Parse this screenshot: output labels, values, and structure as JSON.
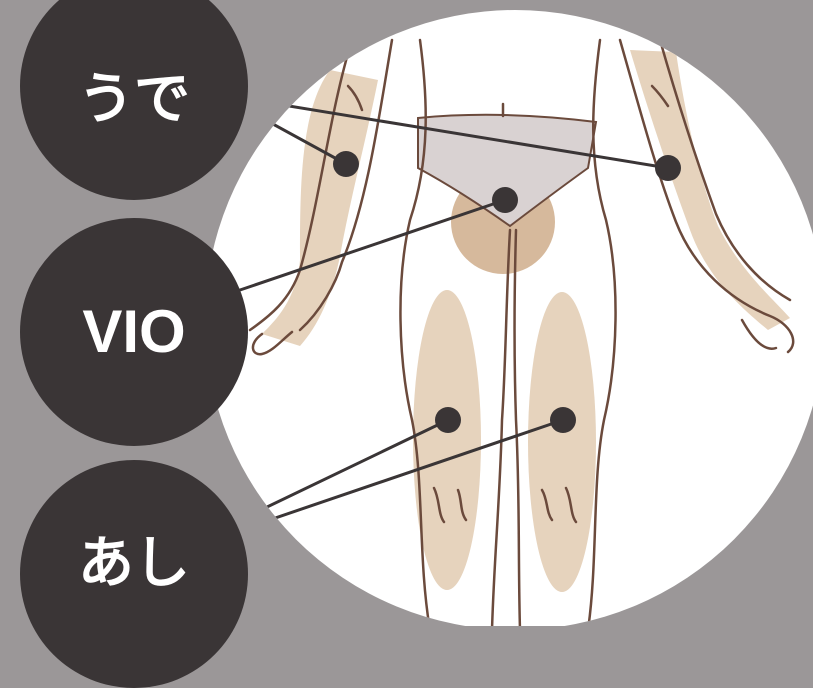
{
  "labels": {
    "arm": "うで",
    "vio": "VIO",
    "leg": "あし"
  },
  "colors": {
    "background": "#9b9798",
    "circle_fill": "#ffffff",
    "bubble_fill": "#3a3536",
    "label_text": "#ffffff",
    "highlight": "#e6d3bd",
    "vio_highlight": "#d6b99c",
    "underwear": "#d9d2d2",
    "outline": "#6b4a3c",
    "marker": "#3a3536"
  }
}
